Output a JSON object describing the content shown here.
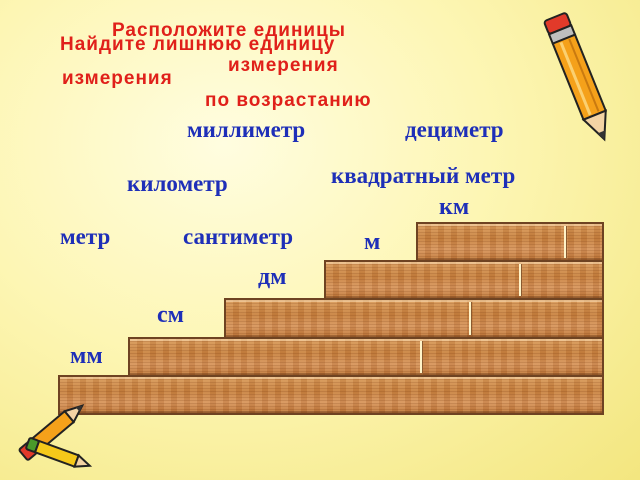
{
  "title_task": "Расположите единицы измерения по возрастанию",
  "title_task_line1": "Расположите единицы",
  "title_task_line2": "измерения",
  "title_task_line3": "по возрастанию",
  "title_question_line1": "Найдите лишнюю единицу",
  "title_question_line2": "измерения",
  "words": {
    "millimeter": "миллиметр",
    "decimeter": "дециметр",
    "kilometer": "километр",
    "square_meter": "квадратный метр",
    "meter": "метр",
    "centimeter": "сантиметр"
  },
  "steps": {
    "km": "км",
    "m": "м",
    "dm": "дм",
    "cm": "см",
    "mm": "мм"
  },
  "colors": {
    "red_title": "#e0201a",
    "blue_text": "#1e2fb8",
    "wood": "#c7803e"
  },
  "icons": [
    "pencil-icon",
    "pencil-icon"
  ]
}
